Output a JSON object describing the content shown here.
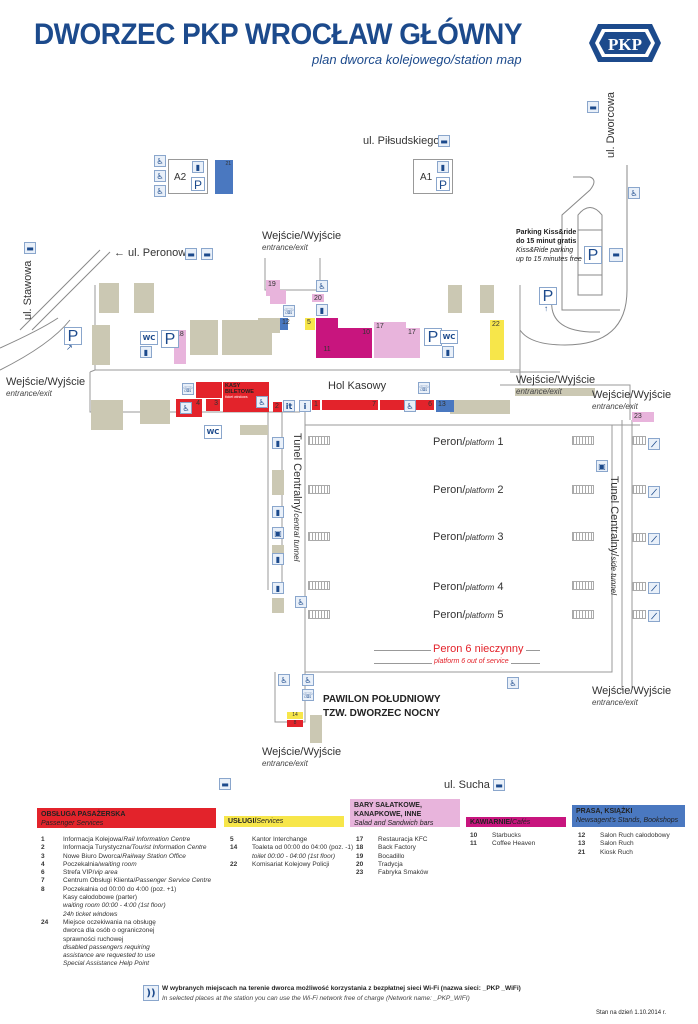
{
  "header": {
    "title": "DWORZEC PKP WROCŁAW GŁÓWNY",
    "subtitle": "plan dworca kolejowego/station map",
    "logo_text": "PKP"
  },
  "colors": {
    "brand_blue": "#1c4a8c",
    "passenger_services_red": "#e3232b",
    "services_yellow": "#f7e64a",
    "bars_pink": "#e8b4dc",
    "cafes_magenta": "#c8157e",
    "press_blue": "#4a78c0",
    "building_grey": "#cbc8b3",
    "out_of_service_red": "#e3232b"
  },
  "map": {
    "streets": {
      "pilsudskiego": "ul. Piłsudskiego",
      "peronowa": "← ul. Peronowa",
      "stawowa": "ul. Stawowa",
      "dworcowa": "ul. Dworcowa",
      "sucha": "ul. Sucha"
    },
    "entrance_label": "Wejście/Wyjście",
    "entrance_label_en": "entrance/exit",
    "parking_a1": "A1",
    "parking_a2": "A2",
    "parking_symbol": "P",
    "wc_symbol": "WC",
    "kiss_ride": {
      "line1": "Parking Kiss&ride",
      "line2": "do 15 minut gratis",
      "line3": "Kiss&Ride parking",
      "line4": "up to 15 minutes free"
    },
    "hol_kasowy": "Hol Kasowy",
    "ticket_office": "KASY BILETOWE",
    "ticket_office_en": "ticket windows",
    "central_tunnel": "Tunel Centralny/",
    "central_tunnel_en": "central tunnel",
    "side_tunnel": "Tunel Centralny/",
    "side_tunnel_en": "side tunnel",
    "platforms": [
      {
        "pl": "Peron/",
        "en": "platform",
        "num": "1"
      },
      {
        "pl": "Peron/",
        "en": "platform",
        "num": "2"
      },
      {
        "pl": "Peron/",
        "en": "platform",
        "num": "3"
      },
      {
        "pl": "Peron/",
        "en": "platform",
        "num": "4"
      },
      {
        "pl": "Peron/",
        "en": "platform",
        "num": "5"
      }
    ],
    "platform6": "Peron 6 nieczynny",
    "platform6_en": "platform  6 out of service",
    "south_pavilion_1": "PAWILON POŁUDNIOWY",
    "south_pavilion_2": "TZW. DWORZEC NOCNY",
    "info_it": "it",
    "info_i": "i",
    "units": {
      "u1": "1",
      "u2": "2",
      "u3": "3",
      "u4": "4",
      "u5": "5",
      "u6": "6",
      "u7": "7",
      "u8": "8",
      "u10": "10",
      "u11": "11",
      "u12": "12",
      "u13": "13",
      "u14": "14",
      "u17a": "17",
      "u17b": "17",
      "u18": "18",
      "u19": "19",
      "u20": "20",
      "u21": "21",
      "u22": "22",
      "u23": "23",
      "u24": "24"
    }
  },
  "legend": {
    "passenger": {
      "title": "OBSŁUGA PASAŻERSKA",
      "subtitle": "Passenger Services",
      "items": [
        {
          "num": "1",
          "text": "Informacja Kolejowa/",
          "en": "Rail Information Centre"
        },
        {
          "num": "2",
          "text": "Informacja  Turystyczna/",
          "en": "Tourist Information Centre"
        },
        {
          "num": "3",
          "text": "Nowe Biuro Dworca/",
          "en": "Railway Station Office"
        },
        {
          "num": "4",
          "text": "Poczekalnia/",
          "en": "waiting room"
        },
        {
          "num": "6",
          "text": "Strefa VIP/",
          "en": "vip area"
        },
        {
          "num": "7",
          "text": "Centrum Obsługi Klienta/",
          "en": "Passenger Service Centre"
        },
        {
          "num": "8",
          "text": "Poczekalnia od 00:00 do 4:00 (poz. +1)",
          "en": ""
        },
        {
          "num": "",
          "text": "Kasy całodobowe (parter)",
          "en": ""
        },
        {
          "num": "",
          "text": "",
          "en": "waiting room 00:00 - 4:00 (1st floor)"
        },
        {
          "num": "",
          "text": "",
          "en": "24h ticket windows"
        },
        {
          "num": "24",
          "text": "Miejsce oczekiwania na obsługę",
          "en": ""
        },
        {
          "num": "",
          "text": "dworca dla osób o ograniczonej",
          "en": ""
        },
        {
          "num": "",
          "text": "sprawności ruchowej",
          "en": ""
        },
        {
          "num": "",
          "text": "",
          "en": "disabled passengers requiring"
        },
        {
          "num": "",
          "text": "",
          "en": "assistance are requested to use"
        },
        {
          "num": "",
          "text": "",
          "en": "Special Assistance Help Point"
        }
      ]
    },
    "services": {
      "title": "USŁUGI/",
      "subtitle": "Services",
      "items": [
        {
          "num": "5",
          "text": "Kantor Interchange",
          "en": ""
        },
        {
          "num": "14",
          "text": "Toaleta od 00:00 do 04:00 (poz. -1)",
          "en": ""
        },
        {
          "num": "",
          "text": "",
          "en": "toilet 00:00 - 04:00 (1st floor)"
        },
        {
          "num": "22",
          "text": "Komisariat Kolejowy Policji",
          "en": ""
        }
      ]
    },
    "bars": {
      "title1": "BARY SAŁATKOWE,",
      "title2": "KANAPKOWE, INNE",
      "subtitle": "Salad and Sandwich bars",
      "items": [
        {
          "num": "17",
          "text": "Restauracja KFC",
          "en": ""
        },
        {
          "num": "18",
          "text": "Back Factory",
          "en": ""
        },
        {
          "num": "19",
          "text": "Bocadillo",
          "en": ""
        },
        {
          "num": "20",
          "text": "Tradycja",
          "en": ""
        },
        {
          "num": "23",
          "text": "Fabryka Smaków",
          "en": ""
        }
      ]
    },
    "cafes": {
      "title": "KAWIARNIE/",
      "subtitle": "Cafés",
      "items": [
        {
          "num": "10",
          "text": "Starbucks",
          "en": ""
        },
        {
          "num": "11",
          "text": "Coffee Heaven",
          "en": ""
        }
      ]
    },
    "press": {
      "title": "PRASA, KSIĄŻKI",
      "subtitle": "Newsagent's Stands, Bookshops",
      "items": [
        {
          "num": "12",
          "text": "Salon Ruch całodobowy",
          "en": ""
        },
        {
          "num": "13",
          "text": "Salon Ruch",
          "en": ""
        },
        {
          "num": "21",
          "text": "Kiosk Ruch",
          "en": ""
        }
      ]
    }
  },
  "footer": {
    "wifi_pl": "W wybranych miejscach na terenie dworca możliwość korzystania z bezpłatnej sieci Wi-Fi (nazwa sieci:  _PKP _WiFi)",
    "wifi_en": "In selected places at the station you can use the Wi-Fi network free of charge (Network name: _PKP_WIFI)",
    "date": "Stan na dzień 1.10.2014 r."
  },
  "icons": [
    "bus-icon",
    "tram-icon",
    "taxi-icon",
    "wheelchair-icon",
    "help-point-icon",
    "elevator-icon",
    "parking-icon",
    "wc-icon",
    "info-icon",
    "tourist-info-icon",
    "escalator-icon",
    "luggage-icon",
    "wifi-icon",
    "arrow-icon"
  ]
}
